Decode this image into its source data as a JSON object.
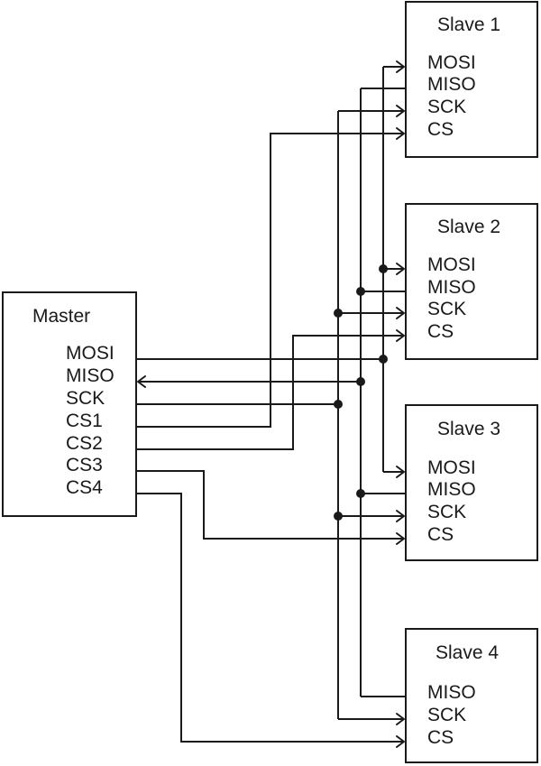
{
  "master": {
    "title": "Master",
    "pins": [
      "MOSI",
      "MISO",
      "SCK",
      "CS1",
      "CS2",
      "CS3",
      "CS4"
    ]
  },
  "slaves": [
    {
      "title": "Slave 1",
      "pins": [
        "MOSI",
        "MISO",
        "SCK",
        "CS"
      ]
    },
    {
      "title": "Slave 2",
      "pins": [
        "MOSI",
        "MISO",
        "SCK",
        "CS"
      ]
    },
    {
      "title": "Slave 3",
      "pins": [
        "MOSI",
        "MISO",
        "SCK",
        "CS"
      ]
    },
    {
      "title": "Slave 4",
      "pins": [
        "MISO",
        "SCK",
        "CS"
      ]
    }
  ]
}
